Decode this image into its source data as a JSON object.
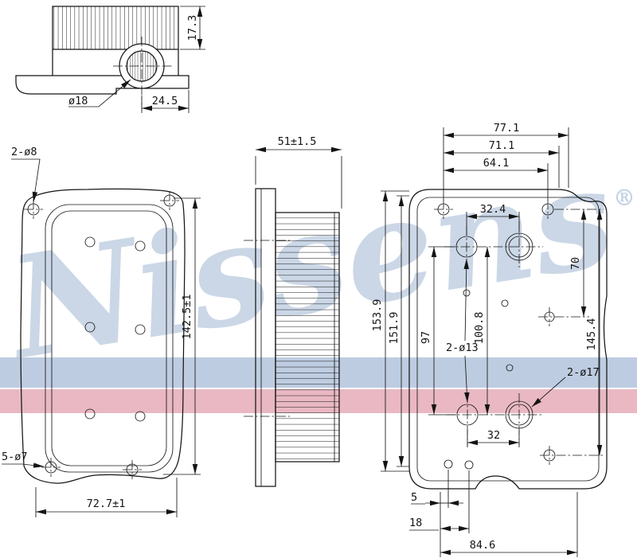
{
  "watermark": {
    "brand": "Nissens",
    "registered": "®"
  },
  "colors": {
    "watermark_text": "#c6d3e4",
    "stripe_blue": "#aebfd9",
    "stripe_pink": "#e3a6b3",
    "line": "#161616"
  },
  "top_view": {
    "fin_height": "17.3",
    "bore": "ø18",
    "boss_width": "24.5"
  },
  "front_view": {
    "holes_top": "2-ø8",
    "height": "142.5±1",
    "width": "72.7±1",
    "holes_bottom": "5-ø7"
  },
  "side_view": {
    "depth": "51±1.5"
  },
  "back_view": {
    "w_77_1": "77.1",
    "w_71_1": "71.1",
    "w_64_1": "64.1",
    "w_32_4": "32.4",
    "h_70": "70",
    "h_145_4": "145.4",
    "h_153_9": "153.9",
    "h_151_9": "151.9",
    "h_97": "97",
    "h_100_8": "100.8",
    "holes_13": "2-ø13",
    "holes_17": "2-ø17",
    "w_32": "32",
    "w_5": "5",
    "w_18": "18",
    "w_84_6": "84.6"
  }
}
